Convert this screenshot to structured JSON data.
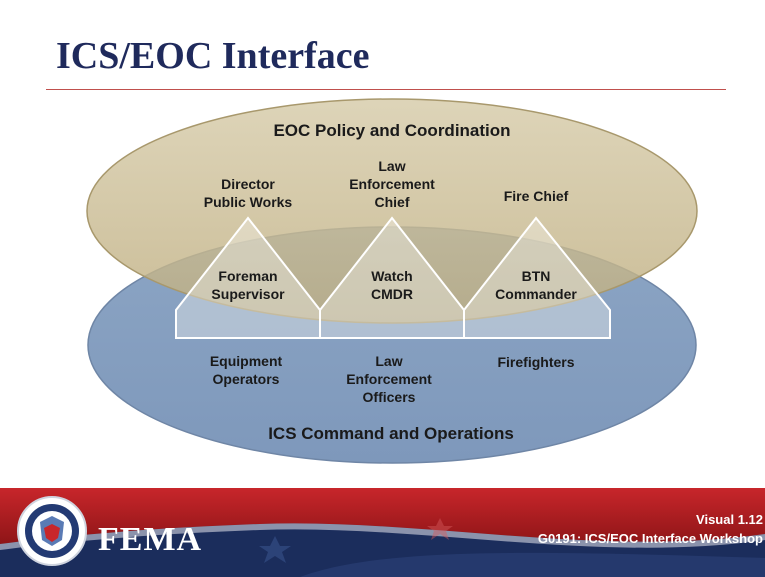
{
  "slide": {
    "title": "ICS/EOC Interface"
  },
  "diagram": {
    "eoc_label": "EOC Policy and Coordination",
    "ics_label": "ICS Command and Operations",
    "columns": [
      {
        "eoc_role": "Director\nPublic Works",
        "triangle_role": "Foreman\nSupervisor",
        "ics_role": "Equipment\nOperators"
      },
      {
        "eoc_role": "Law\nEnforcement\nChief",
        "triangle_role": "Watch\nCMDR",
        "ics_role": "Law\nEnforcement\nOfficers"
      },
      {
        "eoc_role": "Fire Chief",
        "triangle_role": "BTN\nCommander",
        "ics_role": "Firefighters"
      }
    ]
  },
  "footer": {
    "agency": "FEMA",
    "visual_number": "Visual 1.12",
    "course": "G0191: ICS/EOC Interface Workshop"
  },
  "colors": {
    "title": "#1f2a5c",
    "title_rule": "#c0504d",
    "eoc_ellipse": "#cbbd95",
    "ics_ellipse": "#8aa3c2",
    "footer_red": "#b32024",
    "footer_blue": "#1b2d5c"
  }
}
